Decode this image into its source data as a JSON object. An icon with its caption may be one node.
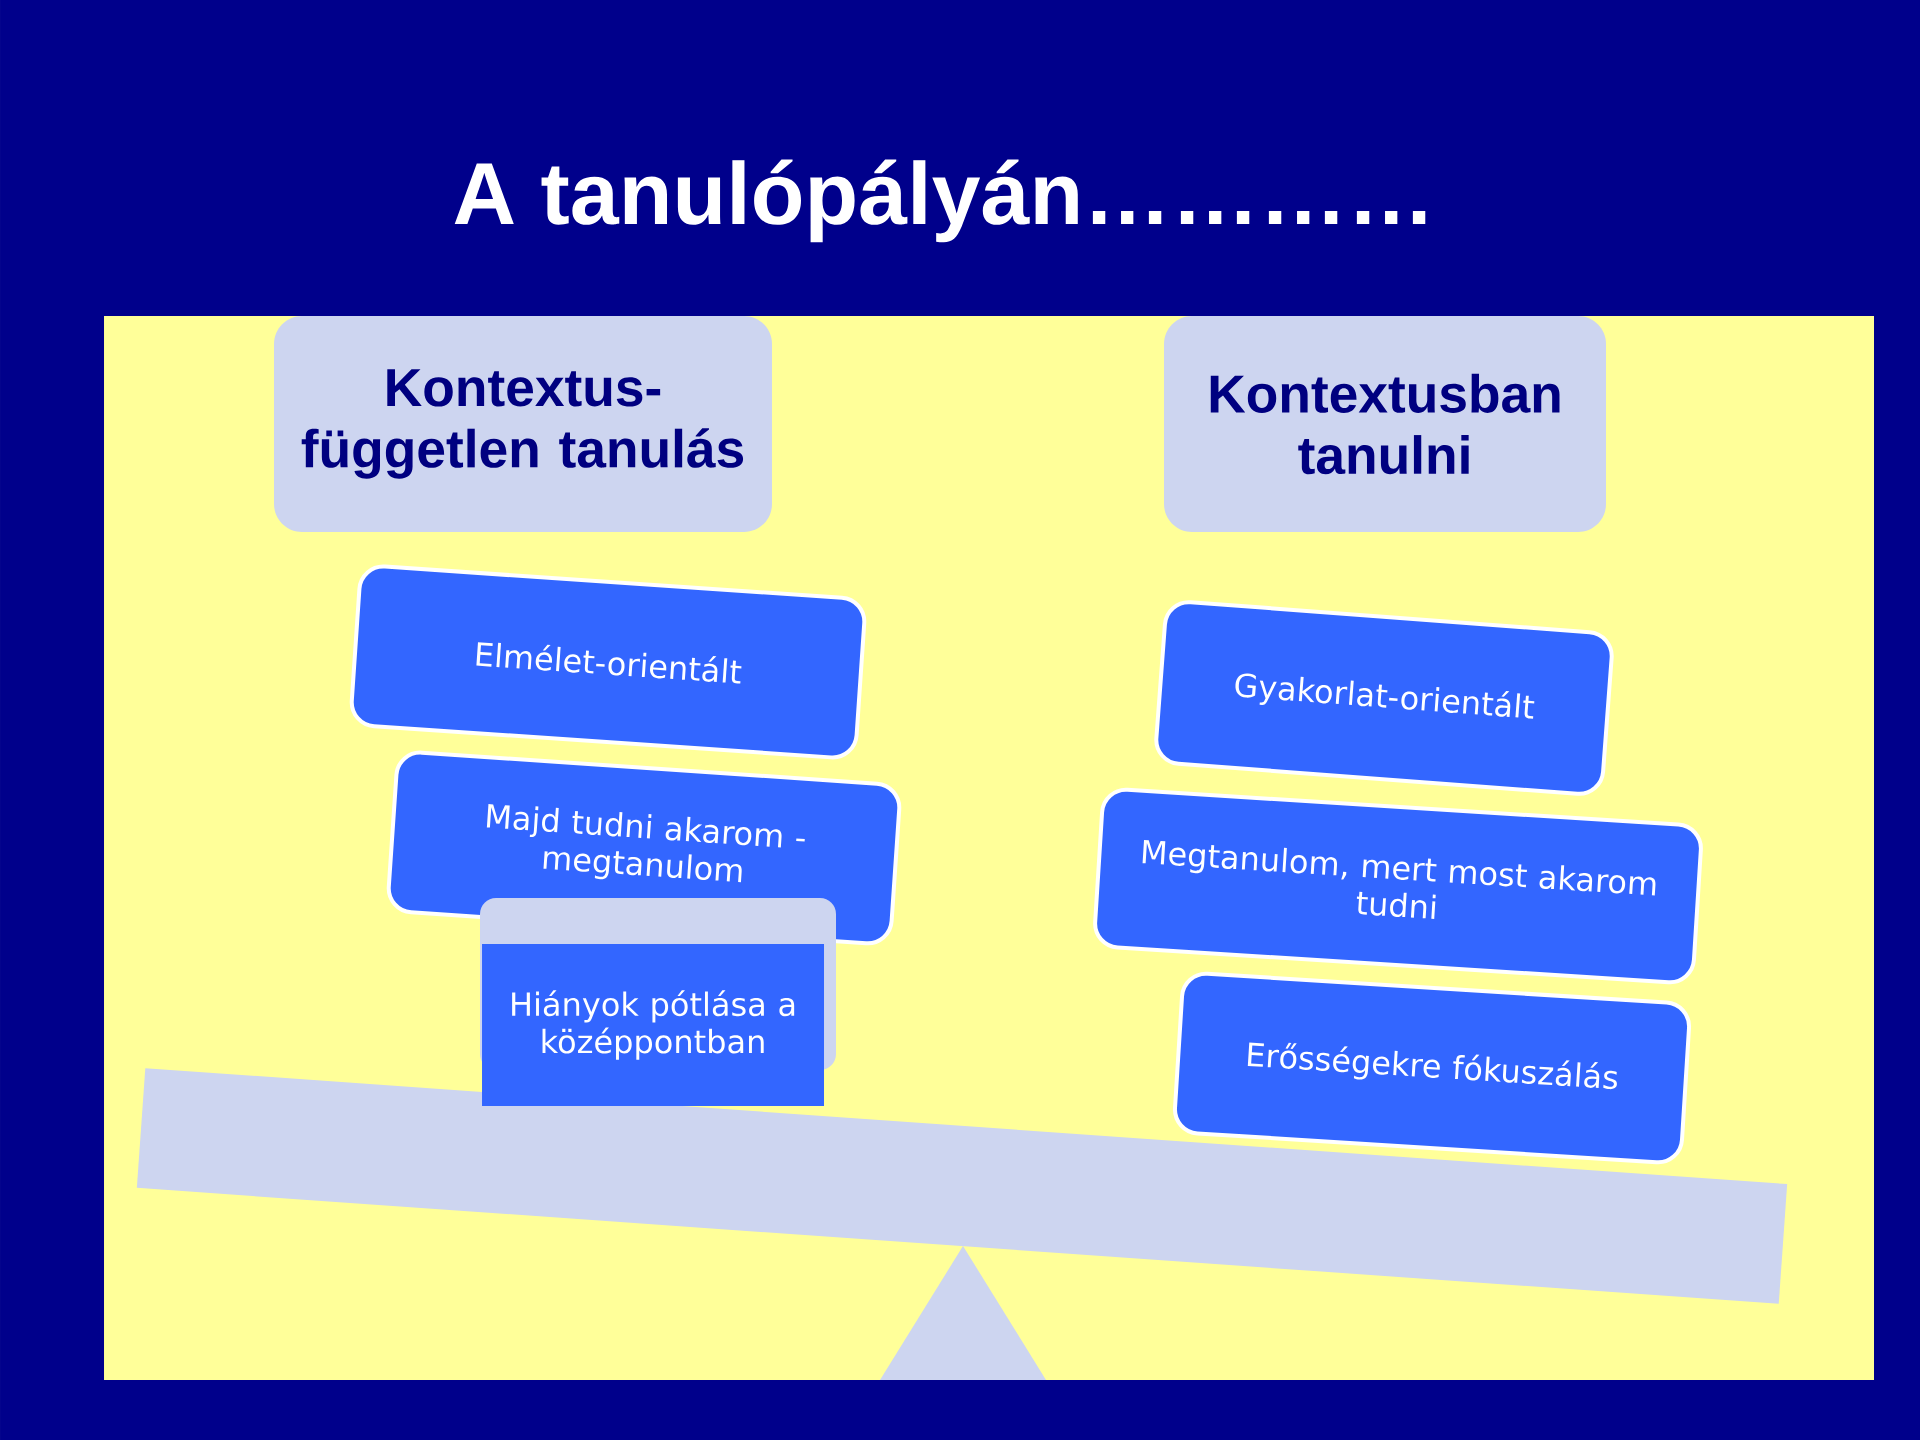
{
  "diagram": {
    "title": "A tanulópályán…………",
    "nodes": [
      {
        "text": [
          "Kontextus- független tanulás"
        ]
      },
      {
        "text": [
          "Kontextusban tanulni"
        ]
      },
      {
        "text": [
          "Elmélet-orientált"
        ]
      },
      {
        "text": [
          "Majd tudni akarom - megtanulom"
        ]
      },
      {
        "text": [
          "Hiányok pótlása a középpontban"
        ]
      },
      {
        "text": [
          "Gyakorlat-orientált"
        ]
      },
      {
        "text": [
          "Megtanulom, mert most akarom tudni"
        ]
      },
      {
        "text": [
          "Erősségekre fókuszálás"
        ]
      },
      {
        "text": [],
        "shape": "bar"
      },
      {
        "text": [],
        "shape": "triangle"
      }
    ]
  }
}
